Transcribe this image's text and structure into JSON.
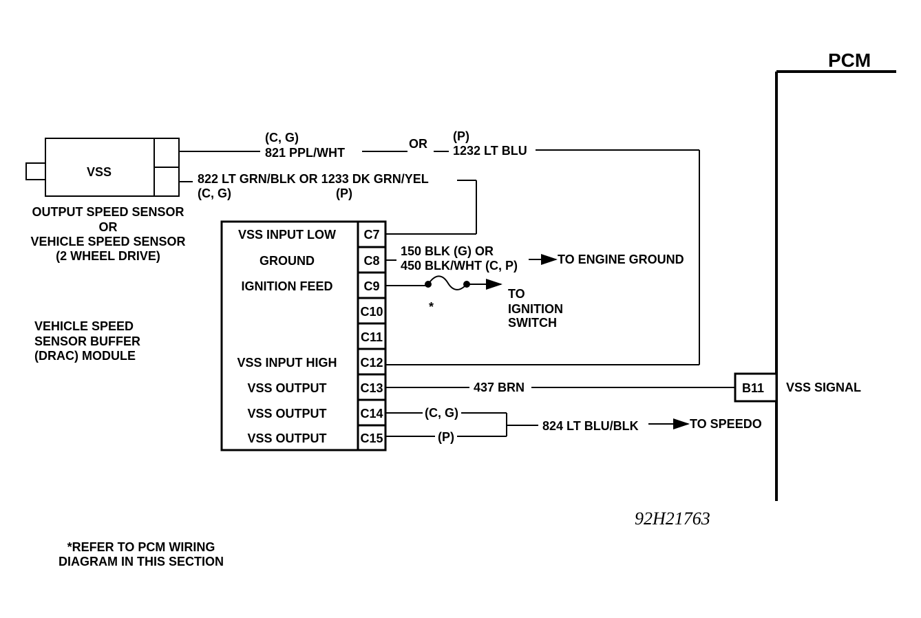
{
  "pcm": {
    "title": "PCM",
    "pin": "B11",
    "signal_label": "VSS SIGNAL"
  },
  "vss": {
    "label": "VSS",
    "caption": [
      "OUTPUT SPEED SENSOR",
      "OR",
      "VEHICLE SPEED SENSOR",
      "(2 WHEEL DRIVE)"
    ]
  },
  "module": {
    "caption": [
      "VEHICLE SPEED",
      "SENSOR BUFFER",
      "(DRAC) MODULE"
    ],
    "rows": [
      {
        "pin": "C7",
        "label": "VSS INPUT LOW"
      },
      {
        "pin": "C8",
        "label": "GROUND"
      },
      {
        "pin": "C9",
        "label": "IGNITION FEED"
      },
      {
        "pin": "C10",
        "label": ""
      },
      {
        "pin": "C11",
        "label": ""
      },
      {
        "pin": "C12",
        "label": "VSS INPUT HIGH"
      },
      {
        "pin": "C13",
        "label": "VSS OUTPUT"
      },
      {
        "pin": "C14",
        "label": "VSS OUTPUT"
      },
      {
        "pin": "C15",
        "label": "VSS OUTPUT"
      }
    ]
  },
  "wires": {
    "top_cg": "(C, G)",
    "top_821": "821 PPL/WHT",
    "top_or": "OR",
    "top_p": "(P)",
    "top_1232": "1232 LT BLU",
    "low_822": "822 LT GRN/BLK OR 1233 DK GRN/YEL",
    "low_cg": "(C, G)",
    "low_p": "(P)",
    "ground_1": "150 BLK (G) OR",
    "ground_2": "450 BLK/WHT (C, P)",
    "to_engine_ground": "TO ENGINE GROUND",
    "fuse_star": "*",
    "to_ign_1": "TO",
    "to_ign_2": "IGNITION",
    "to_ign_3": "SWITCH",
    "brn_437": "437 BRN",
    "c14_cg": "(C, G)",
    "c15_p": "(P)",
    "speedo_824": "824 LT BLU/BLK",
    "to_speedo": "TO SPEEDO"
  },
  "figure_id": "92H21763",
  "footnote": [
    "*REFER TO PCM WIRING",
    "DIAGRAM IN THIS SECTION"
  ]
}
